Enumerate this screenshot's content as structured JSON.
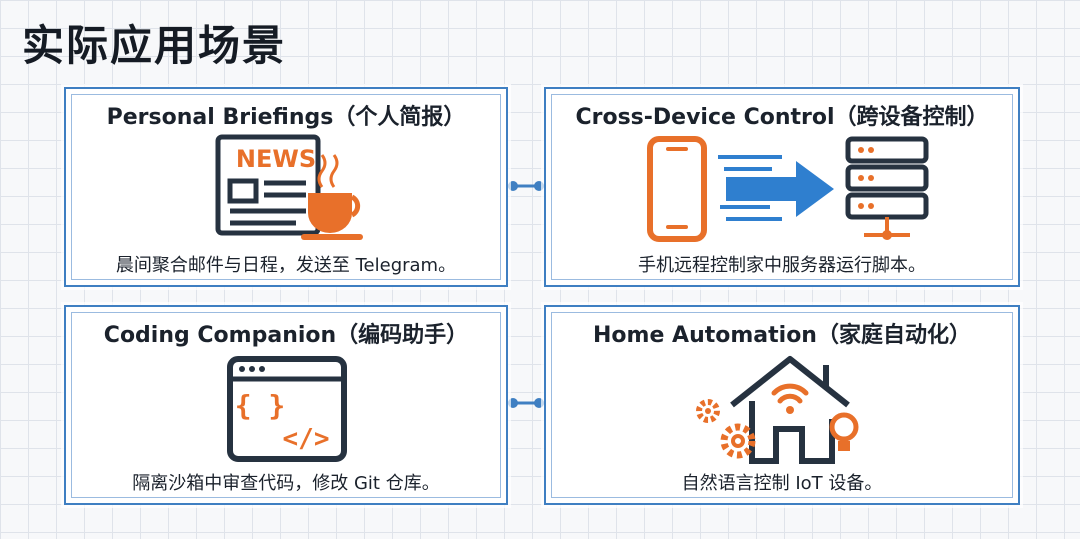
{
  "page": {
    "title": "实际应用场景"
  },
  "cards": [
    {
      "id": "personal-briefings",
      "title": "Personal Briefings（个人简报）",
      "desc": "晨间聚合邮件与日程，发送至 Telegram。",
      "icon": "newspaper-coffee-icon",
      "badge": "NEWS"
    },
    {
      "id": "cross-device-control",
      "title": "Cross-Device Control（跨设备控制）",
      "desc": "手机远程控制家中服务器运行脚本。",
      "icon": "phone-to-server-icon"
    },
    {
      "id": "coding-companion",
      "title": "Coding Companion（编码助手）",
      "desc": "隔离沙箱中审查代码，修改 Git 仓库。",
      "icon": "code-window-icon",
      "code": "{ }",
      "tag": "</>"
    },
    {
      "id": "home-automation",
      "title": "Home Automation（家庭自动化）",
      "desc": "自然语言控制 IoT 设备。",
      "icon": "smart-home-icon"
    }
  ],
  "colors": {
    "accent": "#e8702a",
    "dark": "#263240",
    "border": "#3f7fc2",
    "arrow": "#2f7fcf"
  }
}
